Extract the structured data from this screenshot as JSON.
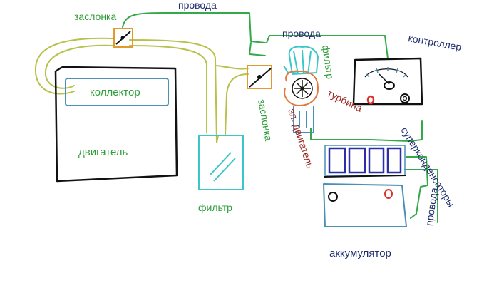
{
  "labels": {
    "zaslonka_top": "заслонка",
    "provoda_top": "провода",
    "provoda_mid": "провода",
    "kontroller": "контроллер",
    "filtr_right": "фильтр",
    "kollektor": "коллектор",
    "dvigatel": "двигатель",
    "zaslonka_vertical": "заслонка",
    "el_dvigatel": "эл. двигатель",
    "turbina": "турбина",
    "superkondensatory": "суперконденсаторы",
    "filtr_bottom": "фильтр",
    "provoda_vertical": "провода",
    "akkumulyator": "аккумулятор"
  },
  "colors": {
    "green_text": "#2f9e3a",
    "navy_text": "#1f2d6e",
    "brown_text": "#9a2a22",
    "wire_green": "#35a84a",
    "hose_olive": "#b6c24a",
    "box_blue": "#4a8fb5",
    "box_black": "#111111",
    "throttle_orange": "#e39a2c",
    "filter_teal": "#3cc6c7",
    "motor_orange": "#e4793f",
    "cap_blue": "#2b2fa8",
    "red_terminal": "#d9342b"
  }
}
